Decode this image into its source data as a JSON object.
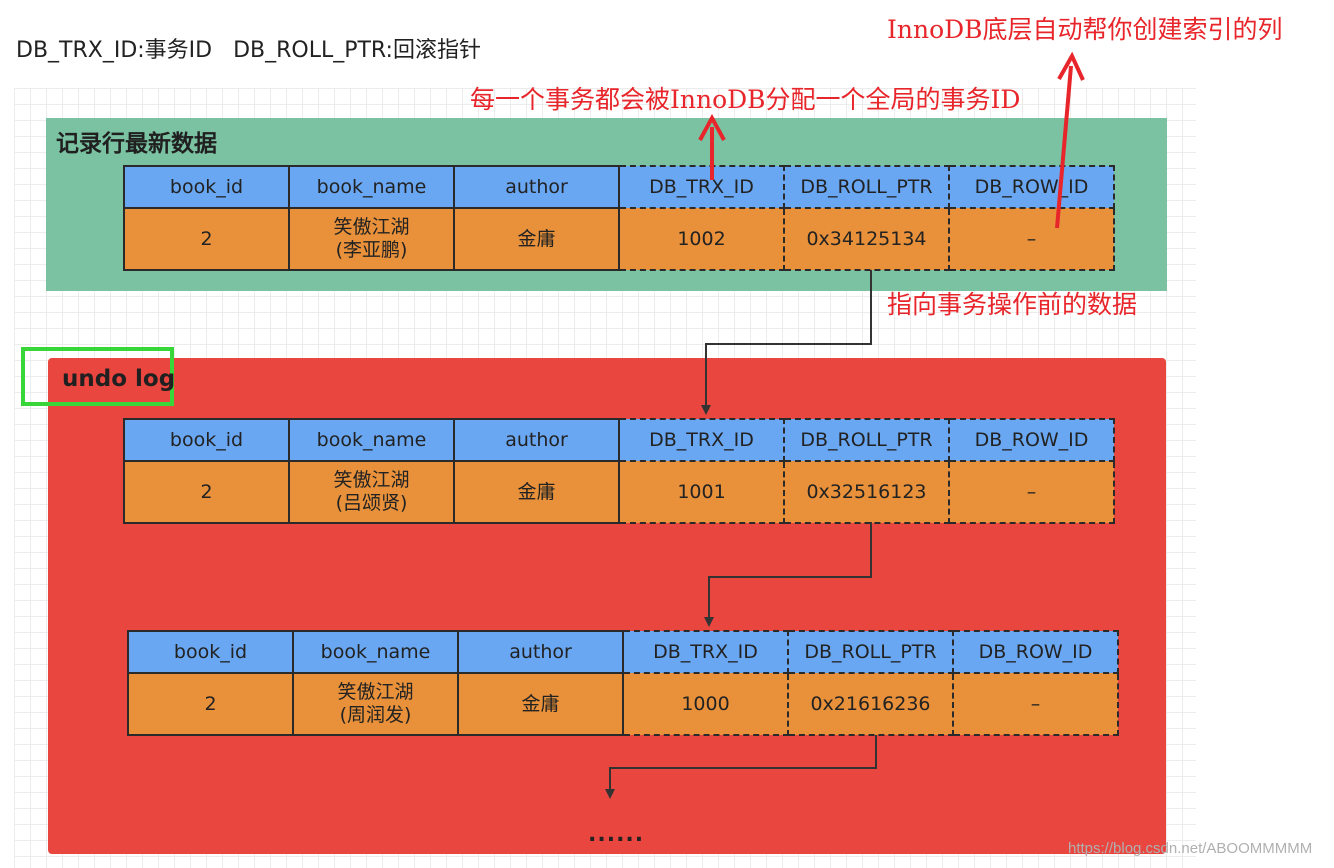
{
  "header": {
    "text": "DB_TRX_ID:事务ID   DB_ROLL_PTR:回滚指针"
  },
  "annotations": {
    "row_id_note": "InnoDB底层自动帮你创建索引的列",
    "trx_id_note": "每一个事务都会被InnoDB分配一个全局的事务ID",
    "roll_ptr_note": "指向事务操作前的数据"
  },
  "latest_panel": {
    "title": "记录行最新数据",
    "columns": [
      "book_id",
      "book_name",
      "author",
      "DB_TRX_ID",
      "DB_ROLL_PTR",
      "DB_ROW_ID"
    ],
    "row": {
      "book_id": "2",
      "book_name_1": "笑傲江湖",
      "book_name_2": "(李亚鹏)",
      "author": "金庸",
      "trx_id": "1002",
      "roll_ptr": "0x34125134",
      "row_id": "–"
    }
  },
  "undo_panel": {
    "title": "undo log",
    "records": [
      {
        "columns": [
          "book_id",
          "book_name",
          "author",
          "DB_TRX_ID",
          "DB_ROLL_PTR",
          "DB_ROW_ID"
        ],
        "row": {
          "book_id": "2",
          "book_name_1": "笑傲江湖",
          "book_name_2": "(吕颂贤)",
          "author": "金庸",
          "trx_id": "1001",
          "roll_ptr": "0x32516123",
          "row_id": "–"
        }
      },
      {
        "columns": [
          "book_id",
          "book_name",
          "author",
          "DB_TRX_ID",
          "DB_ROLL_PTR",
          "DB_ROW_ID"
        ],
        "row": {
          "book_id": "2",
          "book_name_1": "笑傲江湖",
          "book_name_2": "(周润发)",
          "author": "金庸",
          "trx_id": "1000",
          "roll_ptr": "0x21616236",
          "row_id": "–"
        }
      }
    ],
    "ellipsis": "......"
  },
  "watermark": "https://blog.csdn.net/ABOOMMMMM",
  "colors": {
    "green_panel": "#7ac2a2",
    "red_panel": "#e9463f",
    "header_cells": "#69a7f2",
    "value_cells": "#e8913a",
    "annotation_red": "#e8252a",
    "highlight_box": "#39d63a"
  }
}
